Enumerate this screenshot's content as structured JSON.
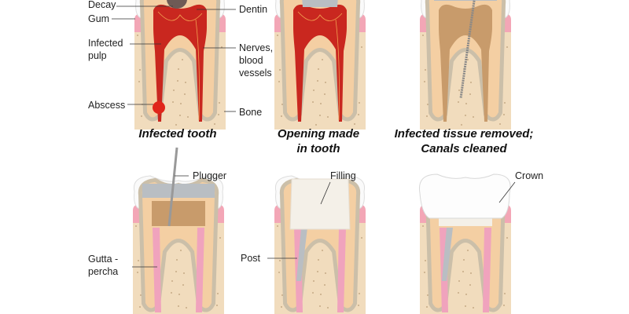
{
  "panels": [
    {
      "caption": [
        "Infected tooth"
      ],
      "variant": "infected"
    },
    {
      "caption": [
        "Opening made",
        "in tooth"
      ],
      "variant": "opening"
    },
    {
      "caption": [
        "Infected tissue removed;",
        "Canals cleaned"
      ],
      "variant": "cleaned"
    },
    {
      "caption": [],
      "variant": "plugger"
    },
    {
      "caption": [],
      "variant": "filling"
    },
    {
      "caption": [],
      "variant": "crown"
    }
  ],
  "labels": {
    "decay": "Decay",
    "gum": "Gum",
    "infected_pulp": [
      "Infected",
      "pulp"
    ],
    "abscess": "Abscess",
    "dentin": "Dentin",
    "nerves": [
      "Nerves,",
      "blood",
      "vessels"
    ],
    "bone": "Bone",
    "plugger": "Plugger",
    "gutta_percha": [
      "Gutta -",
      "percha"
    ],
    "filling": "Filling",
    "post": "Post",
    "crown": "Crown"
  },
  "colors": {
    "bone": "#f1dcbd",
    "gum": "#f3a6b6",
    "periodontal": "#cbbfa9",
    "dentin": "#f4cfa3",
    "infected": "#c9271f",
    "cleaned": "#c89b6b",
    "gutta": "#f0a3bd",
    "metal": "#b9bec3",
    "enamel": "#ffffff"
  }
}
